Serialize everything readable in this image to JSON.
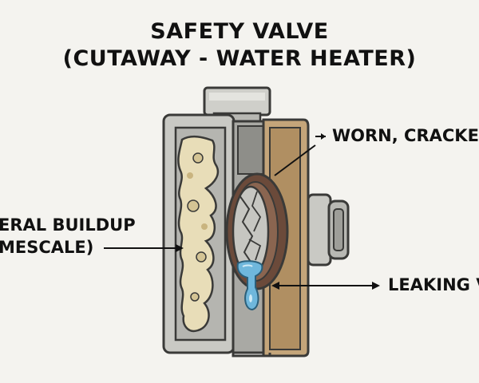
{
  "title": {
    "line1": "SAFETY VALVE",
    "line2": "(CUTAWAY - WATER HEATER)"
  },
  "labels": {
    "worn": "WORN, CRACKE",
    "mineral_line1": "ERAL BUILDUP",
    "mineral_line2": "MESCALE)",
    "leaking": "LEAKING V"
  },
  "colors": {
    "metal": "#c9c9c4",
    "metal_dark": "#8e8e89",
    "brass": "#c4a57a",
    "scale": "#e8ddb8",
    "seal": "#6b4a3a",
    "water": "#6fb7dc",
    "outline": "#3a3a38"
  }
}
